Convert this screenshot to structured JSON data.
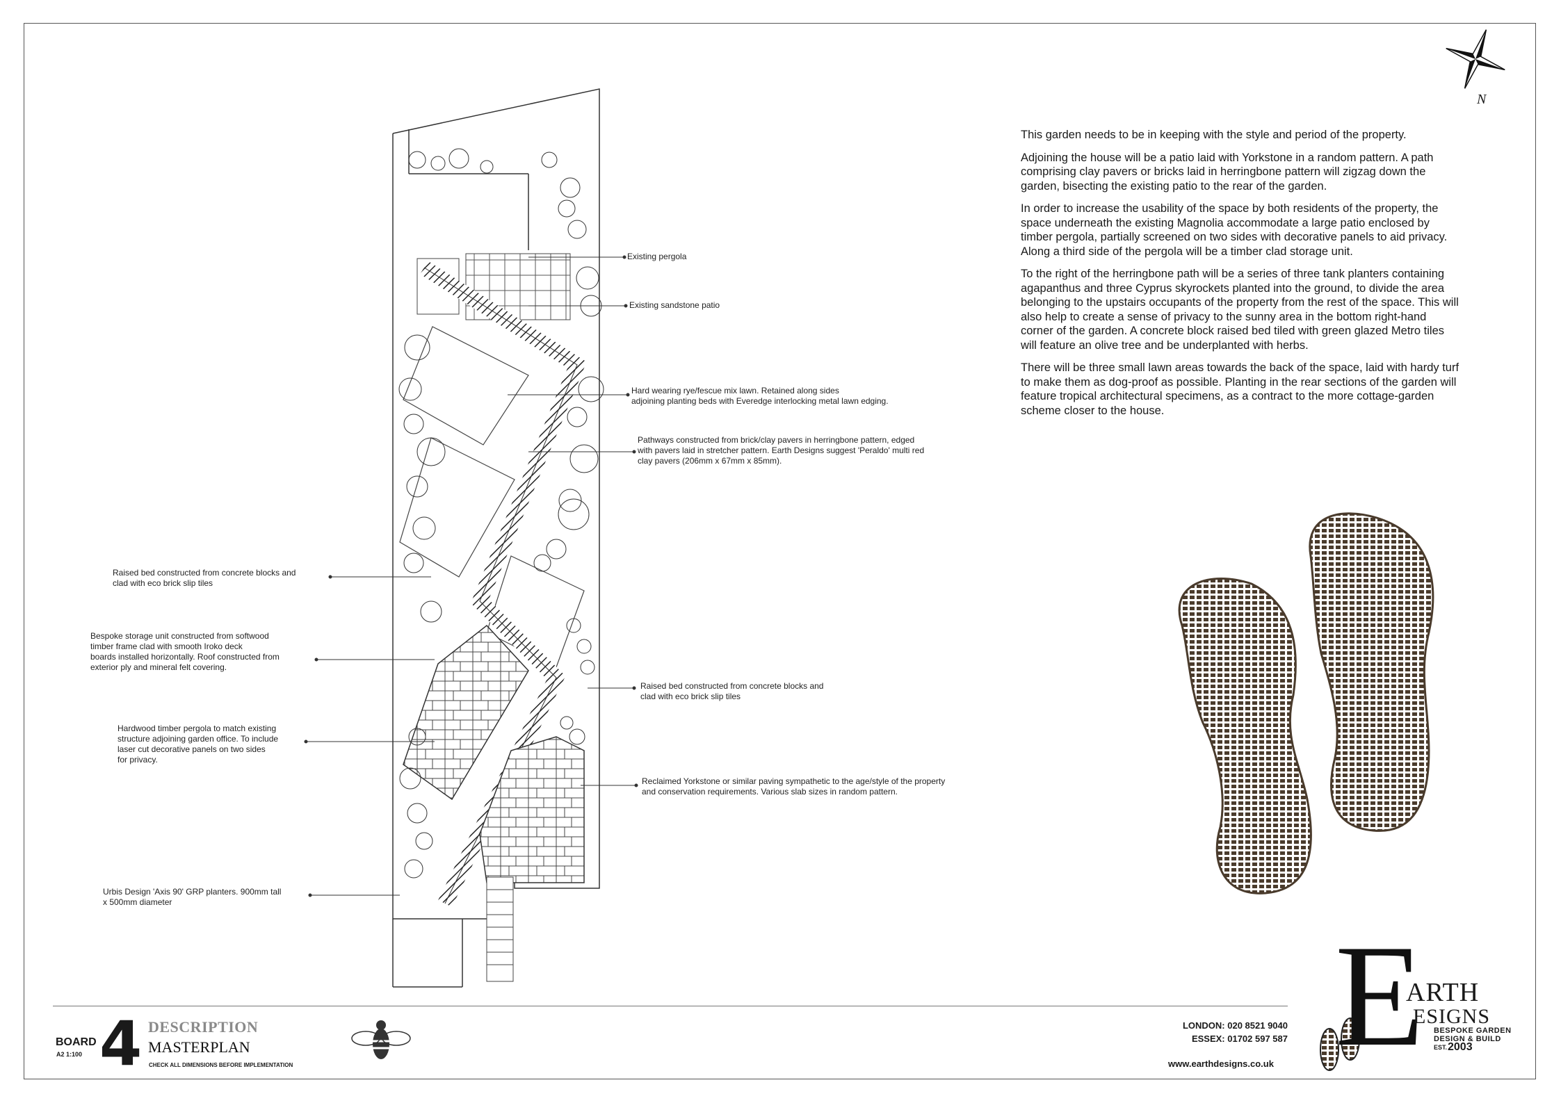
{
  "compass_label": "N",
  "annotations": {
    "existing_pergola": "Existing pergola",
    "existing_patio": "Existing sandstone patio",
    "lawn": "Hard wearing rye/fescue mix lawn. Retained along sides\nadjoining planting beds with Everedge interlocking metal lawn edging.",
    "pathways": "Pathways constructed from brick/clay pavers in herringbone pattern, edged\nwith pavers laid in stretcher pattern. Earth Designs suggest 'Peraldo' multi red\nclay pavers (206mm x 67mm x 85mm).",
    "raised_bed_left": "Raised bed constructed from concrete blocks and\nclad with eco brick slip tiles",
    "storage_unit": "Bespoke storage unit constructed from softwood\ntimber frame clad with smooth Iroko deck\nboards installed horizontally. Roof constructed from\nexterior ply and mineral felt covering.",
    "raised_bed_right": "Raised bed constructed from concrete blocks and\nclad with eco brick slip tiles",
    "pergola_new": "Hardwood timber pergola to match existing\nstructure adjoining garden office. To include\nlaser cut decorative panels on two sides\nfor privacy.",
    "yorkstone": "Reclaimed Yorkstone or similar paving sympathetic to the age/style of the property\nand conservation requirements. Various slab sizes in random pattern.",
    "planters": "Urbis Design 'Axis 90' GRP planters. 900mm tall\nx 500mm diameter"
  },
  "description": [
    "This garden needs to be in keeping with the style and period of the property.",
    "Adjoining the house will be a patio laid with Yorkstone in a random pattern. A path comprising clay pavers or bricks laid in herringbone pattern will zigzag down the garden, bisecting the existing patio to the rear of the garden.",
    "In order to increase the usability of the space by both residents of the property, the space underneath the existing Magnolia accommodate a large patio enclosed by timber pergola, partially screened on two sides with decorative panels to aid privacy. Along a third side of the pergola will be a timber clad storage unit.",
    "To the right of the herringbone path will be a series of three tank planters containing agapanthus and three Cyprus skyrockets planted into the ground, to divide the area belonging to the upstairs occupants of the property from the rest of the space. This will also help to create a sense of privacy to the sunny area in the bottom right-hand corner of the garden. A concrete block raised bed tiled with green glazed Metro tiles will feature an olive tree and be underplanted with herbs.",
    "There will be three small lawn areas towards the back of the space, laid with hardy turf to make them as dog-proof as possible. Planting in the rear sections of the garden will feature tropical architectural specimens, as a contract to the more cottage-garden scheme closer to the house."
  ],
  "titleblock": {
    "board_label": "BOARD",
    "scale": "A2 1:100",
    "board_number": "4",
    "section_title": "DESCRIPTION",
    "section_subtitle": "MASTERPLAN",
    "check_note": "CHECK ALL DIMENSIONS BEFORE IMPLEMENTATION"
  },
  "contact": {
    "london": "LONDON: 020 8521 9040",
    "essex": "ESSEX: 01702 597 587",
    "website": "www.earthdesigns.co.uk"
  },
  "logo": {
    "initial": "E",
    "line1": "ARTH",
    "line2": "ESIGNS",
    "tagline": "BESPOKE GARDEN\nDESIGN & BUILD",
    "est": "EST.",
    "year": "2003"
  },
  "colors": {
    "line": "#333333",
    "boot_print": "#4a3b2c",
    "caption_grey": "#8a8a8a"
  }
}
